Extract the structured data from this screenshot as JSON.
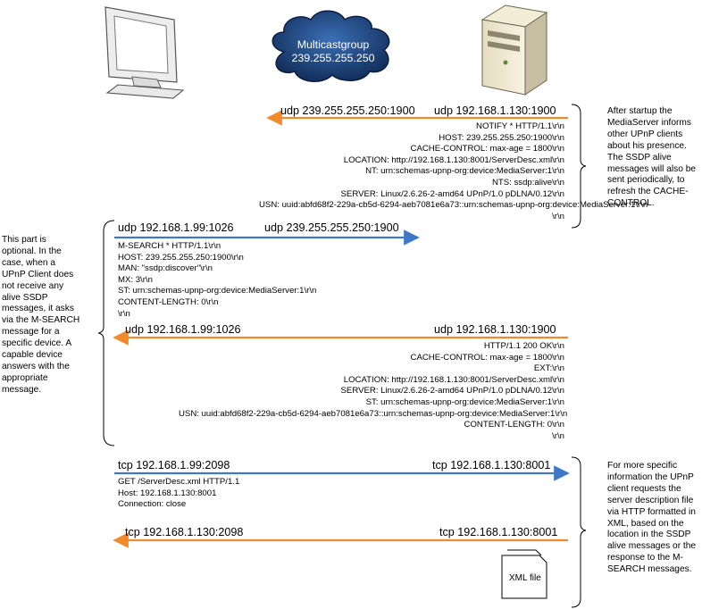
{
  "colors": {
    "multicast_arrow": "#f08a2a",
    "request_arrow": "#3f78c8",
    "cloud": "#1e3a6e"
  },
  "cloud": {
    "line1": "Multicastgroup",
    "line2": "239.255.255.250"
  },
  "icons": [
    "monitor-icon",
    "cloud-icon",
    "server-icon",
    "folder-icon"
  ],
  "messages": [
    {
      "id": "notify",
      "direction": "left",
      "color": "orange",
      "from_label": "udp 192.168.1.130:1900",
      "to_label": "udp 239.255.255.250:1900",
      "body": "NOTIFY * HTTP/1.1\\r\\n\nHOST: 239.255.255.250:1900\\r\\n\nCACHE-CONTROL: max-age = 1800\\r\\n\nLOCATION: http://192.168.1.130:8001/ServerDesc.xml\\r\\n\nNT: urn:schemas-upnp-org:device:MediaServer:1\\r\\n\nNTS: ssdp:alive\\r\\n\nSERVER: Linux/2.6.26-2-amd64 UPnP/1.0 pDLNA/0.12\\r\\n\nUSN: uuid:abfd68f2-229a-cb5d-6294-aeb7081e6a73::urn:schemas-upnp-org:device:MediaServer:1\\r\\n\n\\r\\n"
    },
    {
      "id": "msearch",
      "direction": "right",
      "color": "blue",
      "from_label": "udp 192.168.1.99:1026",
      "to_label": "udp 239.255.255.250:1900",
      "body": "M-SEARCH * HTTP/1.1\\r\\n\nHOST: 239.255.255.250:1900\\r\\n\nMAN: \"ssdp:discover\"\\r\\n\nMX: 3\\r\\n\nST: urn:schemas-upnp-org:device:MediaServer:1\\r\\n\nCONTENT-LENGTH: 0\\r\\n\n\\r\\n"
    },
    {
      "id": "msearch-response",
      "direction": "left",
      "color": "orange",
      "from_label": "udp 192.168.1.130:1900",
      "to_label": "udp 192.168.1.99:1026",
      "body": "HTTP/1.1 200 OK\\r\\n\nCACHE-CONTROL: max-age = 1800\\r\\n\nEXT:\\r\\n\nLOCATION: http://192.168.1.130:8001/ServerDesc.xml\\r\\n\nSERVER: Linux/2.6.26-2-amd64 UPnP/1.0 pDLNA/0.12\\r\\n\nST: urn:schemas-upnp-org:device:MediaServer:1\\r\\n\nUSN: uuid:abfd68f2-229a-cb5d-6294-aeb7081e6a73::urn:schemas-upnp-org:device:MediaServer:1\\r\\n\nCONTENT-LENGTH: 0\\r\\n\n\\r\\n"
    },
    {
      "id": "http-get",
      "direction": "right",
      "color": "blue",
      "from_label": "tcp 192.168.1.99:2098",
      "to_label": "tcp 192.168.1.130:8001",
      "body": "GET /ServerDesc.xml HTTP/1.1\nHost: 192.168.1.130:8001\nConnection: close"
    },
    {
      "id": "http-response",
      "direction": "left",
      "color": "orange",
      "from_label": "tcp 192.168.1.130:8001",
      "to_label": "tcp 192.168.1.130:2098",
      "body": ""
    }
  ],
  "xml_file_label": "XML file",
  "notes": {
    "startup": "After startup the MediaServer informs other UPnP clients about his presence. The SSDP alive messages will also be sent periodically, to refresh the CACHE-CONTROL.",
    "optional": "This part is optional. In the case, when a UPnP Client does not receive any alive SSDP messages, it asks via the M-SEARCH message for a specific device. A capable device answers with the appropriate message.",
    "http": "For more specific information the UPnP client requests the server description file via HTTP formatted in XML, based on the location in the SSDP alive messages or the response to the M-SEARCH messages."
  }
}
